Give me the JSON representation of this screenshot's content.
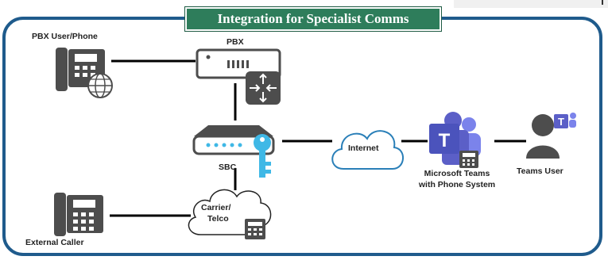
{
  "title": "Integration for Specialist Comms",
  "nodes": {
    "pbx_user": "PBX User/Phone",
    "pbx": "PBX",
    "sbc": "SBC",
    "internet": "Internet",
    "teams_line1": "Microsoft Teams",
    "teams_line2": "with Phone System",
    "teams_user": "Teams User",
    "carrier_line1": "Carrier/",
    "carrier_line2": "Telco",
    "external_caller": "External Caller"
  },
  "colors": {
    "frame": "#1f5b8c",
    "banner": "#2e7d5b",
    "device": "#4d4d4d",
    "cyan": "#3fb8e6",
    "teams": "#5b5fc7"
  }
}
